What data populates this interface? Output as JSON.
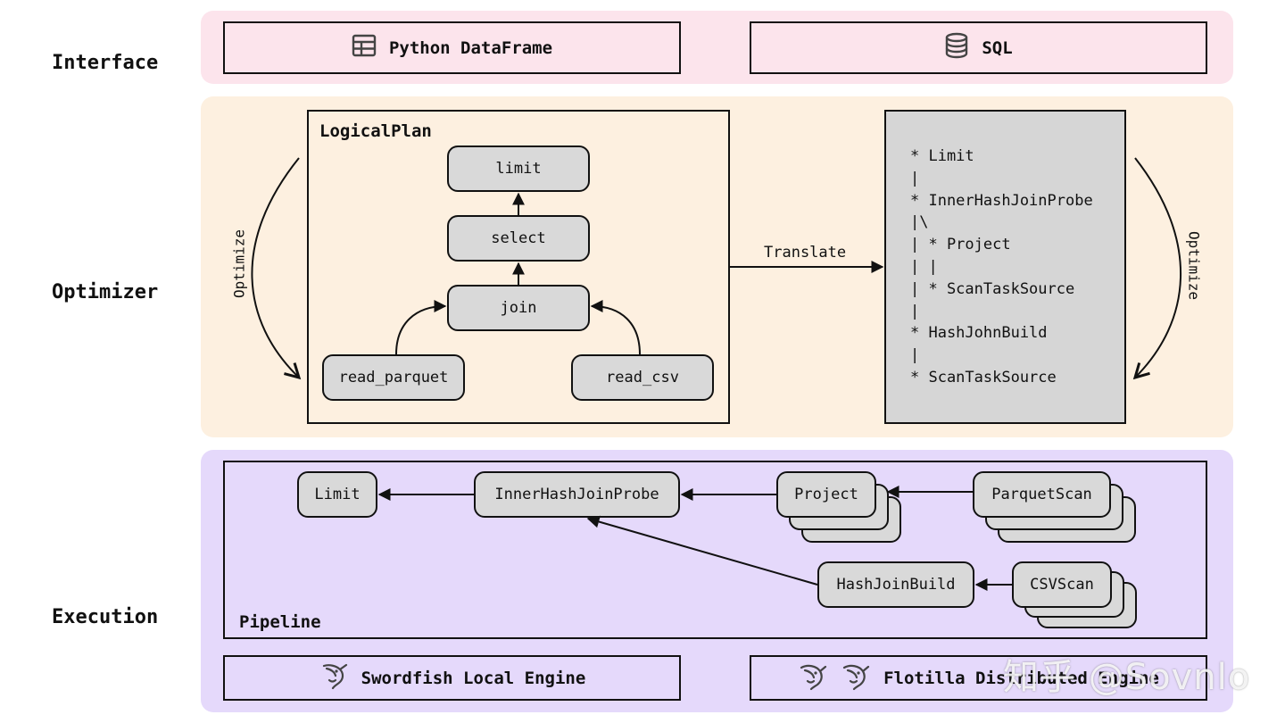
{
  "layers": {
    "interface": "Interface",
    "optimizer": "Optimizer",
    "execution": "Execution"
  },
  "interface": {
    "dataframe_label": "Python DataFrame",
    "dataframe_icon": "table-icon",
    "sql_label": "SQL",
    "sql_icon": "database-icon"
  },
  "optimizer": {
    "logical_plan_title": "LogicalPlan",
    "nodes": {
      "limit": "limit",
      "select": "select",
      "join": "join",
      "read_parquet": "read_parquet",
      "read_csv": "read_csv"
    },
    "translate_label": "Translate",
    "optimize_left": "Optimize",
    "optimize_right": "Optimize",
    "physical_plan_lines": [
      "* Limit",
      "|",
      "* InnerHashJoinProbe",
      "|\\",
      "| * Project",
      "| |",
      "| * ScanTaskSource",
      "|",
      "* HashJohnBuild",
      "|",
      "* ScanTaskSource"
    ]
  },
  "execution": {
    "pipeline_title": "Pipeline",
    "nodes": {
      "limit": "Limit",
      "probe": "InnerHashJoinProbe",
      "project": "Project",
      "parquet_scan": "ParquetScan",
      "build": "HashJoinBuild",
      "csv_scan": "CSVScan"
    },
    "local_engine_label": "Swordfish Local Engine",
    "local_engine_icon": "swordfish-icon",
    "distributed_engine_label": "Flotilla Distributed Engine",
    "distributed_engine_icon": "dolphin-icon"
  },
  "watermark": "知乎 @Sovnlo",
  "colors": {
    "interface_band": "#fce4ec",
    "optimizer_band": "#fdf0e0",
    "execution_band": "#e5d9fb",
    "node_fill": "#d9d9d9",
    "physical_plan_fill": "#d6d6d6"
  }
}
